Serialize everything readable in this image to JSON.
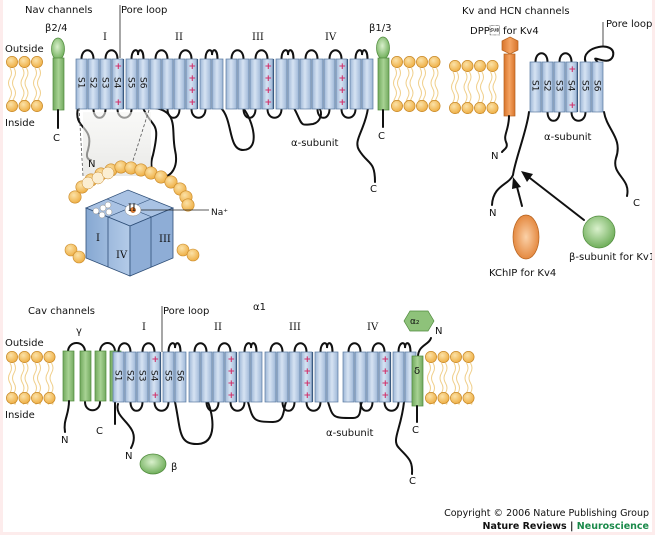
{
  "panels": {
    "nav": {
      "title": "Nav channels",
      "outside_label": "Outside",
      "inside_label": "Inside",
      "pore_loop_label": "Pore loop",
      "beta_left_label": "β2/4",
      "beta_right_label": "β1/3",
      "domains": [
        "I",
        "II",
        "III",
        "IV"
      ],
      "segments": [
        "S1",
        "S2",
        "S3",
        "S4",
        "S5",
        "S6"
      ],
      "alpha_label": "α-subunit",
      "n_term": "N",
      "c_term": "C",
      "cube_domains": [
        "I",
        "II",
        "III",
        "IV"
      ],
      "ion_label": "Na⁺"
    },
    "kv": {
      "title": "Kv and HCN channels",
      "dpp_label": "DPP\u001a for Kv4",
      "pore_loop_label": "Pore loop",
      "segments": [
        "S1",
        "S2",
        "S3",
        "S4",
        "S5",
        "S6"
      ],
      "alpha_label": "α-subunit",
      "n_term": "N",
      "c_term": "C",
      "kchip_label": "KChIP for Kv4",
      "beta_label": "β-subunit for Kv1"
    },
    "cav": {
      "title": "Cav channels",
      "outside_label": "Outside",
      "inside_label": "Inside",
      "pore_loop_label": "Pore loop",
      "gamma_label": "γ",
      "alpha1_label": "α1",
      "domains": [
        "I",
        "II",
        "III",
        "IV"
      ],
      "segments": [
        "S1",
        "S2",
        "S3",
        "S4",
        "S5",
        "S6"
      ],
      "alpha_label": "α-subunit",
      "beta_label": "β",
      "alpha2_label": "α₂",
      "delta_label": "δ",
      "n_term": "N",
      "c_term": "C"
    }
  },
  "footer": {
    "copyright": "Copyright © 2006 Nature Publishing Group",
    "journal": "Nature Reviews",
    "separator": " | ",
    "section": "Neuroscience"
  },
  "colors": {
    "helix_fill": "#b8cde6",
    "helix_stroke": "#5a7aa0",
    "s4_fill": "#c9d8ee",
    "lipid_head": "#f3bc5a",
    "lipid_stroke": "#c98a2a",
    "lipid_tail": "#f0cf8a",
    "green_fill": "#8ec27a",
    "green_stroke": "#4f8a3c",
    "orange_fill": "#e98a3c",
    "orange_stroke": "#b5621f",
    "plus": "#d0306a",
    "brand_green": "#1a8a4a"
  }
}
